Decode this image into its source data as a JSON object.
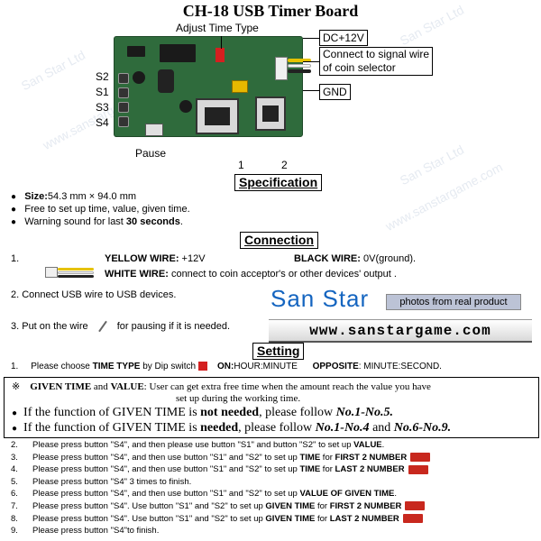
{
  "title": "CH-18 USB Timer Board",
  "callouts": {
    "adjust_time_type": "Adjust Time Type",
    "dc12v": "DC+12V",
    "signal_wire_line1": "Connect to signal wire",
    "signal_wire_line2": "of coin selector",
    "gnd": "GND",
    "s2": "S2",
    "s1": "S1",
    "s3": "S3",
    "s4": "S4",
    "pause": "Pause",
    "port1": "1",
    "port2": "2"
  },
  "watermarks": [
    "San Star Ltd",
    "www.sanstargame.com",
    "San Star Ltd",
    "www.sanstargame.com",
    "San Star Ltd"
  ],
  "specification": {
    "heading": "Specification",
    "size_label": "Size:",
    "size_value": "54.3 mm × 94.0 mm",
    "item2": "Free to set up time, value, given time.",
    "item3_pre": "Warning sound for last ",
    "item3_bold": "30 seconds",
    "item3_post": "."
  },
  "connection": {
    "heading": "Connection",
    "n1": "1.",
    "yellow_label": "YELLOW WIRE:",
    "yellow_value": " +12V",
    "black_label": "BLACK WIRE:",
    "black_value": " 0V(ground).",
    "white_label": "WHITE WIRE:",
    "white_value": " connect to coin acceptor's or other devices' output .",
    "n2": "2.  Connect USB wire to USB devices.",
    "n3_pre": "3.  Put on the wire",
    "n3_post": "for pausing if it is needed."
  },
  "brand": {
    "name": "San Star",
    "photos": "photos from real product",
    "url": "www.sanstargame.com"
  },
  "setting": {
    "heading": "Setting",
    "s1_num": "1.",
    "s1_pre": "Please choose ",
    "s1_bold": "TIME TYPE",
    "s1_mid": " by Dip switch",
    "s1_on_label": "ON:",
    "s1_on_value": "HOUR:MINUTE",
    "s1_opp_label": "OPPOSITE",
    "s1_opp_value": ": MINUTE:SECOND."
  },
  "given": {
    "mark": "※",
    "label_bold": "GIVEN TIME",
    "and": " and ",
    "value_bold": "VALUE",
    "desc1": ": User can get extra free time when the amount reach the value you have",
    "desc2": "set up during the working time.",
    "b1_pre": "If the function of GIVEN TIME is ",
    "b1_bold": "not needed",
    "b1_mid": ", please follow ",
    "b1_ref": "No.1-No.5.",
    "b2_pre": "If the function of GIVEN TIME is ",
    "b2_bold": "needed",
    "b2_mid": ", please follow ",
    "b2_ref1": "No.1-No.4",
    "b2_and": " and ",
    "b2_ref2": "No.6-No.9."
  },
  "steps": [
    {
      "num": "2.",
      "pre": "Please press button \"S4\", and then please use button \"S1\" and button \"S2\" to set up ",
      "bold": "VALUE",
      "post": ".",
      "digit": false
    },
    {
      "num": "3.",
      "pre": "Please press button \"S4\", and then use button \"S1\" and \"S2\" to set up ",
      "bold": "TIME",
      "post": " for ",
      "bold2": "FIRST 2 NUMBER",
      "digit": true
    },
    {
      "num": "4.",
      "pre": "Please press button \"S4\", and then use button \"S1\" and \"S2\" to set up ",
      "bold": "TIME",
      "post": " for ",
      "bold2": "LAST 2 NUMBER",
      "digit": true
    },
    {
      "num": "5.",
      "pre": "Please press button \"S4\" 3 times to finish.",
      "bold": "",
      "post": "",
      "digit": false
    },
    {
      "num": "6.",
      "pre": "Please press button \"S4\", and then use button \"S1\" and \"S2\" to set up ",
      "bold": "VALUE OF GIVEN TIME",
      "post": ".",
      "digit": false
    },
    {
      "num": "7.",
      "pre": "Please press button \"S4\". Use button \"S1\" and \"S2\" to set up ",
      "bold": "GIVEN TIME",
      "post": " for ",
      "bold2": "FIRST 2 NUMBER",
      "digit": true
    },
    {
      "num": "8.",
      "pre": "Please press button \"S4\". Use button \"S1\" and \"S2\" to set up ",
      "bold": "GIVEN TIME",
      "post": " for ",
      "bold2": "LAST 2 NUMBER",
      "digit": true
    },
    {
      "num": "9.",
      "pre": "Please press button \"S4\"to finish.",
      "bold": "",
      "post": "",
      "digit": false
    }
  ],
  "colors": {
    "board": "#2f6b3c",
    "brand_blue": "#1565c0",
    "digit_red": "#c8281e",
    "dip_red": "#d42020"
  }
}
